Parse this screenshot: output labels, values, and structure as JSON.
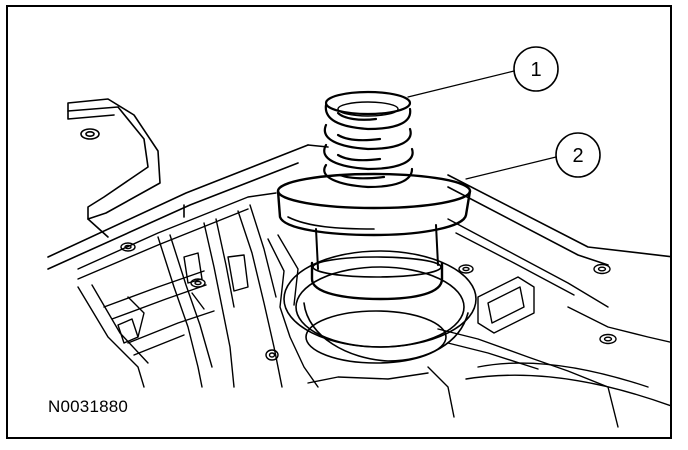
{
  "figure_id": "N0031880",
  "callouts": [
    {
      "label": "1",
      "part": "spring"
    },
    {
      "label": "2",
      "part": "piston"
    }
  ],
  "colors": {
    "line": "#000000",
    "background": "#ffffff"
  }
}
